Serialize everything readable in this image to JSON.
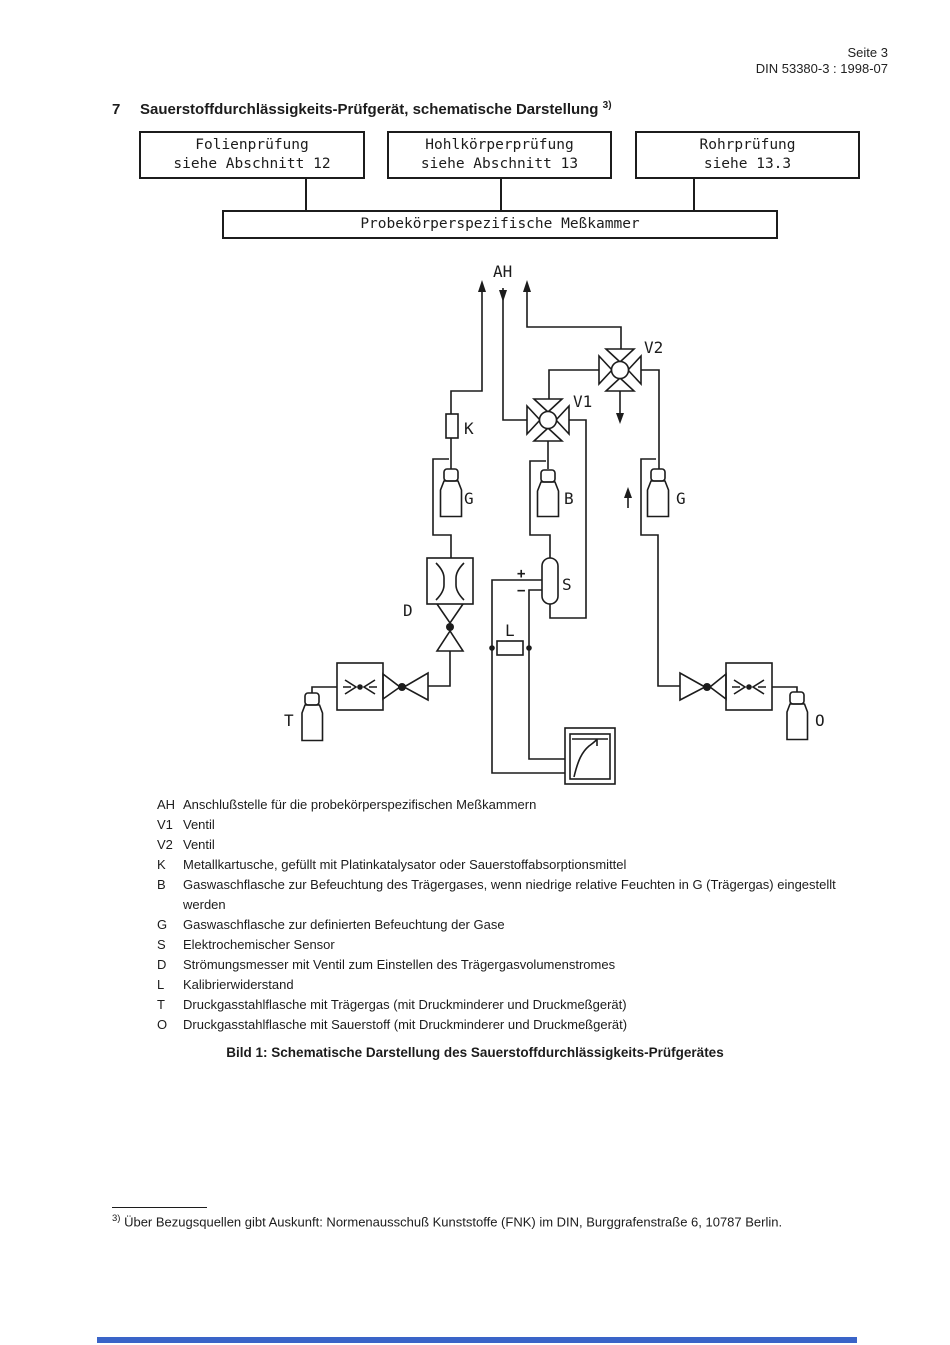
{
  "page": {
    "header": {
      "line1": "Seite 3",
      "line2": "DIN 53380-3 : 1998-07"
    },
    "title": {
      "number": "7",
      "text": "Sauerstoffdurchlässigkeits-Prüfgerät, schematische Darstellung",
      "marker": "3)"
    },
    "flowchart": {
      "boxes": [
        {
          "line1": "Folienprüfung",
          "line2": "siehe Abschnitt 12"
        },
        {
          "line1": "Hohlkörperprüfung",
          "line2": "siehe Abschnitt 13"
        },
        {
          "line1": "Rohrprüfung",
          "line2": "siehe 13.3"
        }
      ],
      "chamber_box": "Probekörperspezifische Meßkammer"
    },
    "diagram_labels": {
      "ah": "AH",
      "v1": "V1",
      "v2": "V2",
      "k": "K",
      "g_left": "G",
      "b": "B",
      "g_right": "G",
      "s": "S",
      "d": "D",
      "l": "L",
      "t": "T",
      "o": "O",
      "plus": "+",
      "minus": "−"
    },
    "legend": {
      "items": [
        {
          "key": "AH",
          "text": "Anschlußstelle für die probekörperspezifischen Meßkammern"
        },
        {
          "key": "V1",
          "text": "Ventil"
        },
        {
          "key": "V2",
          "text": "Ventil"
        },
        {
          "key": "K",
          "text": "Metallkartusche, gefüllt mit Platinkatalysator oder Sauerstoffabsorptionsmittel"
        },
        {
          "key": "B",
          "text": "Gaswaschflasche zur Befeuchtung des Trägergases, wenn niedrige relative Feuchten in G (Trägergas) eingestellt werden"
        },
        {
          "key": "G",
          "text": "Gaswaschflasche zur definierten Befeuchtung der Gase"
        },
        {
          "key": "S",
          "text": "Elektrochemischer Sensor"
        },
        {
          "key": "D",
          "text": "Strömungsmesser mit Ventil zum Einstellen des Trägergasvolumenstromes"
        },
        {
          "key": "L",
          "text": "Kalibrierwiderstand"
        },
        {
          "key": "T",
          "text": "Druckgasstahlflasche mit Trägergas (mit Druckminderer und Druckmeßgerät)"
        },
        {
          "key": "O",
          "text": "Druckgasstahlflasche mit Sauerstoff (mit Druckminderer und Druckmeßgerät)"
        }
      ]
    },
    "caption": "Bild 1: Schematische Darstellung des Sauerstoffdurchlässigkeits-Prüfgerätes",
    "footnote": {
      "marker": "3)",
      "text": "Über Bezugsquellen gibt Auskunft: Normenausschuß Kunststoffe (FNK) im DIN, Burggrafenstraße 6, 10787 Berlin."
    },
    "colors": {
      "ink": "#1c1c1c",
      "bottom_bar": "#3a64c8"
    }
  }
}
